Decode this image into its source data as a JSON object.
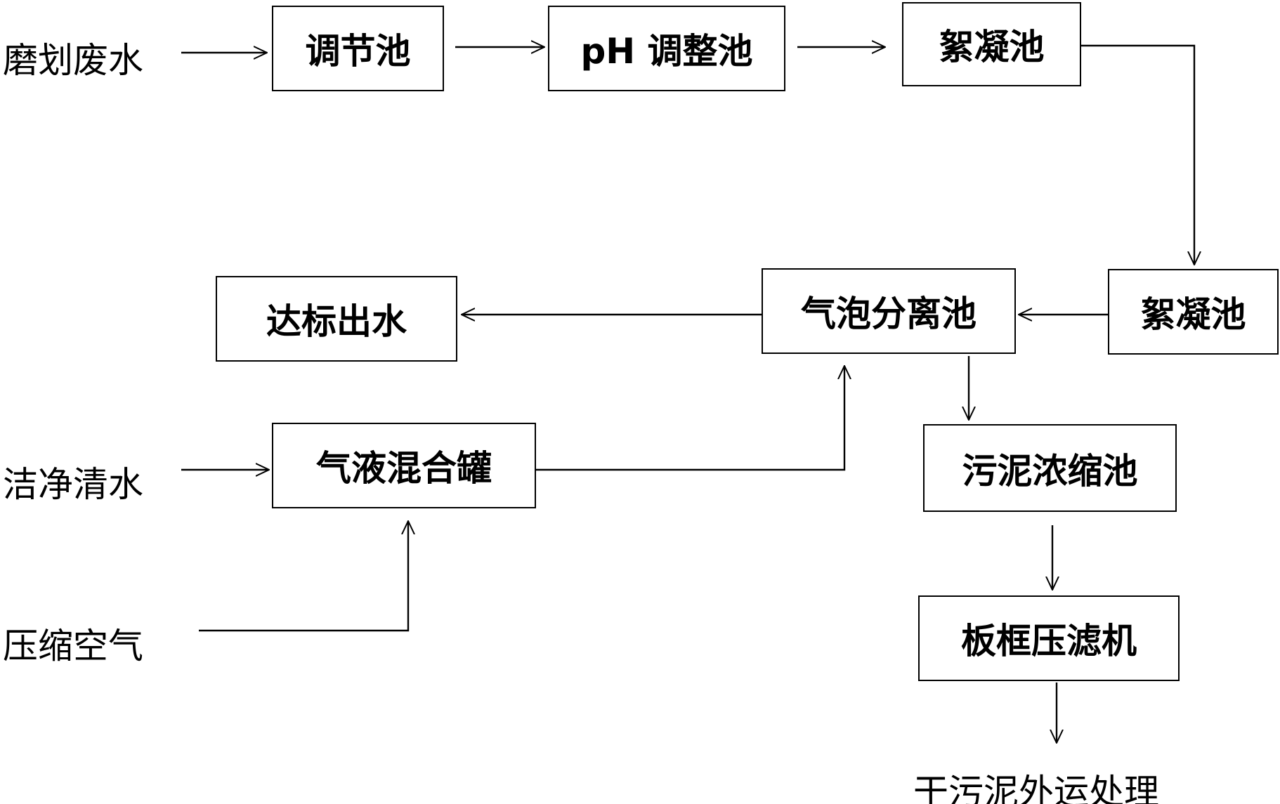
{
  "inputs": {
    "grinding_wastewater": "磨划废水",
    "clean_water": "洁净清水",
    "compressed_air": "压缩空气"
  },
  "nodes": {
    "regulating_tank": "调节池",
    "ph_tank": "pH 调整池",
    "flocculation_tank_1": "絮凝池",
    "flocculation_tank_2": "絮凝池",
    "bubble_separation_tank": "气泡分离池",
    "compliant_effluent": "达标出水",
    "gas_liquid_mixing_tank": "气液混合罐",
    "sludge_thickening_tank": "污泥浓缩池",
    "plate_frame_filter_press": "板框压滤机"
  },
  "outputs": {
    "dry_sludge": "干污泥外运处理"
  }
}
